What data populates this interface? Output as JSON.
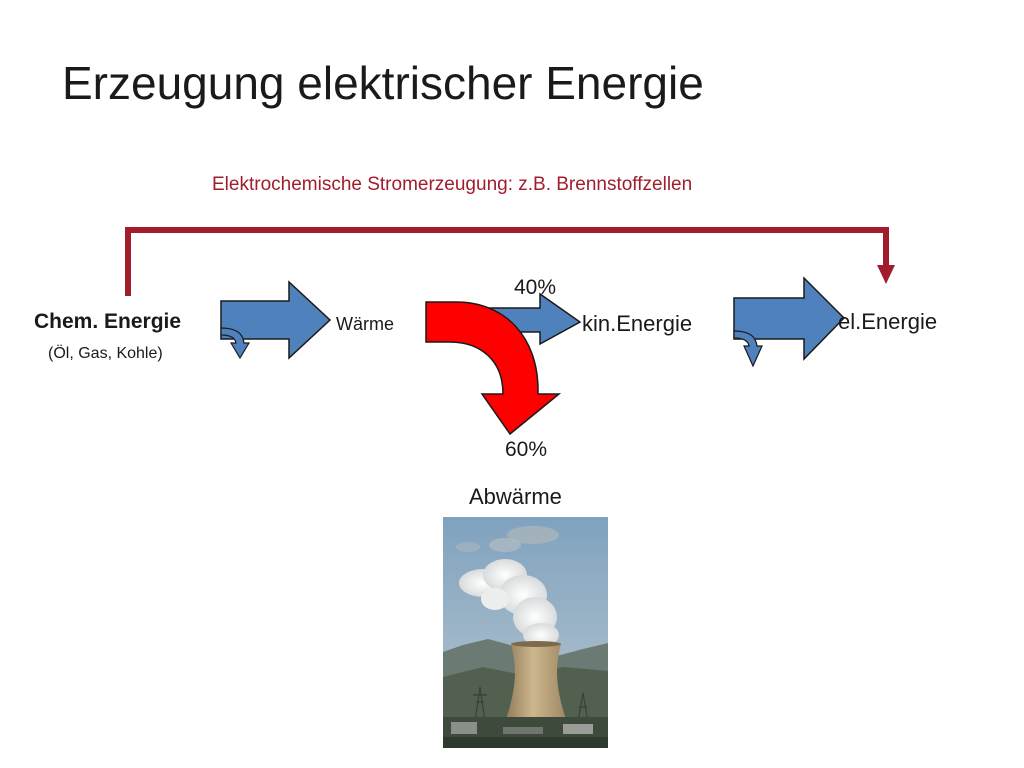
{
  "title": "Erzeugung elektrischer Energie",
  "bypass": {
    "label": "Elektrochemische Stromerzeugung: z.B. Brennstoffzellen",
    "color": "#a11d2c"
  },
  "nodes": {
    "chemical": {
      "label": "Chem. Energie",
      "sublabel": "(Öl, Gas, Kohle)"
    },
    "heat": {
      "label": "Wärme"
    },
    "kinetic": {
      "label": "kin.Energie"
    },
    "electric": {
      "label": "el.Energie"
    },
    "waste_heat": {
      "label": "Abwärme"
    }
  },
  "split": {
    "useful": "40%",
    "waste": "60%"
  },
  "colors": {
    "transfer_arrow": "#4f81bd",
    "waste_arrow": "#ff0000",
    "text": "#1a1a1a"
  },
  "photo": {
    "subject": "cooling-tower"
  }
}
